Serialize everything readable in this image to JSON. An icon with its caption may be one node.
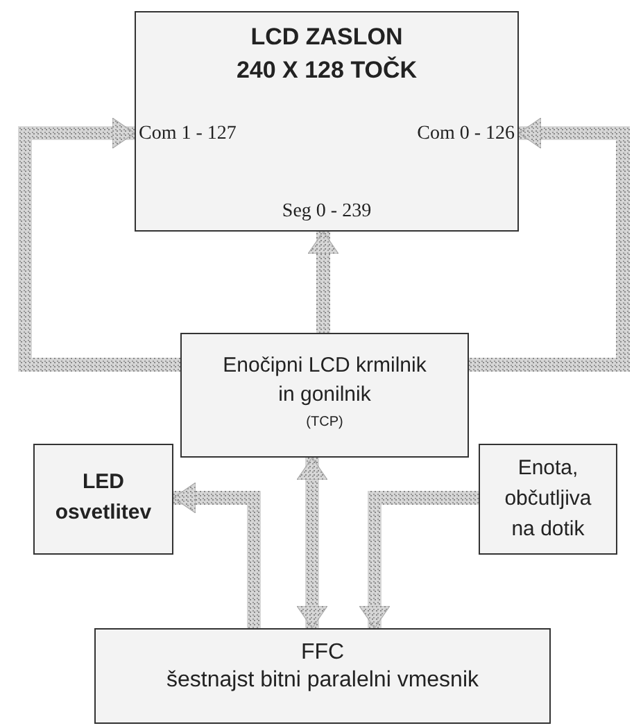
{
  "diagram": {
    "nodes": [
      {
        "text": [
          "LCD ZASLON 240 X 128 TOČK",
          "Com 1 - 127",
          "Com 0 - 126",
          "Seg 0 - 239"
        ]
      },
      {
        "text": [
          "Enočipni LCD krmilnik in gonilnik",
          "(TCP)"
        ]
      },
      {
        "text": [
          "LED osvetlitev"
        ]
      },
      {
        "text": [
          "Enota, občutljiva na dotik"
        ]
      },
      {
        "text": [
          "FFC",
          "šestnajst bitni paralelni vmesnik"
        ]
      }
    ],
    "edges": [
      {
        "from": 1,
        "to": 0,
        "arrow": "to"
      },
      {
        "from": 1,
        "to": 0,
        "arrow": "to"
      },
      {
        "from": 1,
        "to": 0,
        "arrow": "to"
      },
      {
        "from": 1,
        "to": 4,
        "arrow": "both"
      },
      {
        "from": 4,
        "to": 2,
        "arrow": "to"
      },
      {
        "from": 3,
        "to": 4,
        "arrow": "to"
      }
    ]
  }
}
